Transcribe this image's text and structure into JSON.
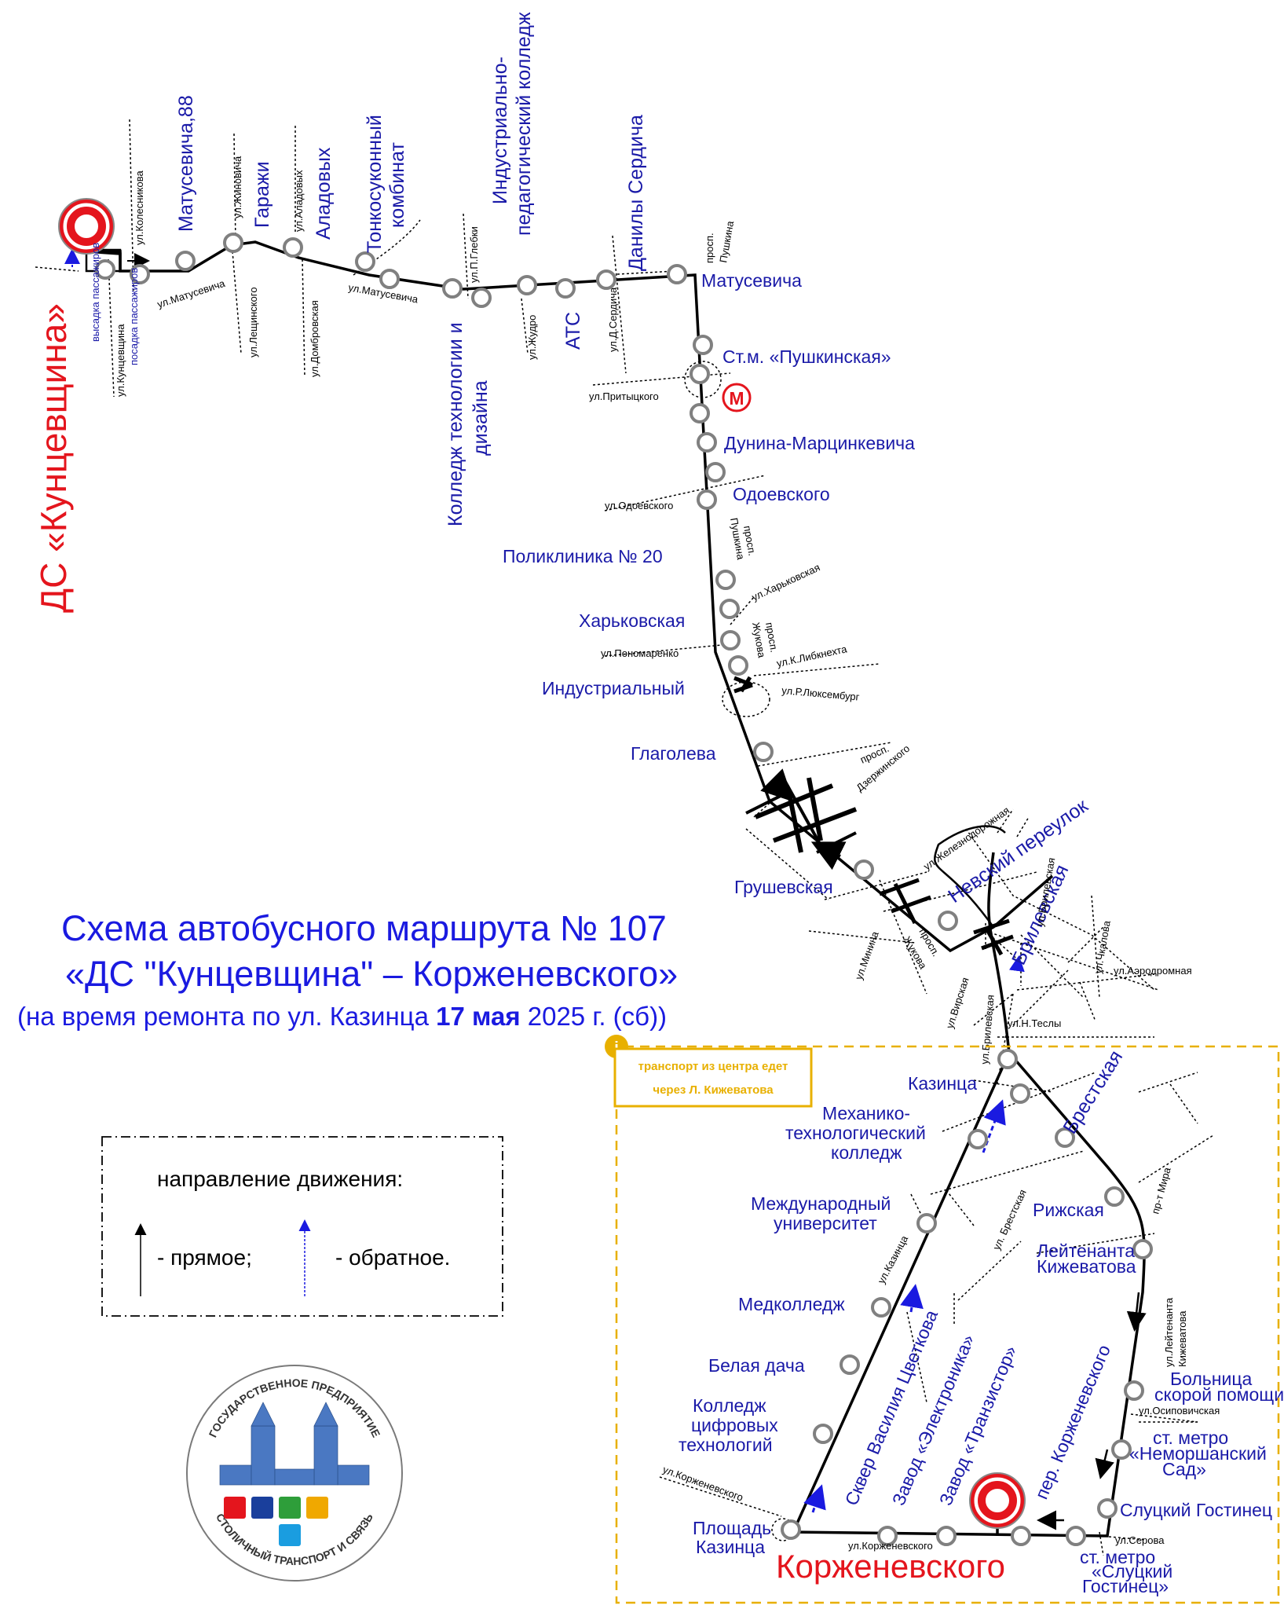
{
  "title": {
    "line1": "Схема автобусного маршрута № 107",
    "line2": "«ДС \"Кунцевщина\" – Корженевского»",
    "line3_pre": "(на время ремонта по ул. Казинца ",
    "line3_bold": "17 мая",
    "line3_post": " 2025 г. (сб))"
  },
  "terminals": {
    "start": "ДС «Кунцевщина»",
    "end": "Корженевского"
  },
  "boarding": {
    "dropoff": "высадка пассажиров",
    "pickup": "посадка пассажиров"
  },
  "stops": {
    "matusevicha88": "Матусевича,88",
    "garazhi": "Гаражи",
    "aladovyh": "Аладовых",
    "tonkosukonny_1": "Тонкосуконный",
    "tonkosukonny_2": "комбинат",
    "kolledzh_tech_1": "Колледж технологии и",
    "kolledzh_tech_2": "дизайна",
    "industr_ped_1": "Индустриально-",
    "industr_ped_2": "педагогический колледж",
    "ats": "АТС",
    "danily_serdicha": "Данилы Сердича",
    "matusevicha": "Матусевича",
    "pushkinskaya": "Ст.м. «Пушкинская»",
    "dunina": "Дунина-Марцинкевича",
    "odoevskogo": "Одоевского",
    "poliklinika": "Поликлиника № 20",
    "harkovskaya": "Харьковская",
    "industrialny": "Индустриальный",
    "glagoleva": "Глаголева",
    "grushevskaya": "Грушевская",
    "nevsky": "Невский переулок",
    "brilevskaya": "Брилевская",
    "kazinca": "Казинца",
    "mehaniko_1": "Механико-",
    "mehaniko_2": "технологический",
    "mehaniko_3": "колледж",
    "mezhdunarodny_1": "Международный",
    "mezhdunarodny_2": "университет",
    "medkolledzh": "Медколледж",
    "belaya_dacha": "Белая дача",
    "kolledzh_cifr_1": "Колледж",
    "kolledzh_cifr_2": "цифровых",
    "kolledzh_cifr_3": "технологий",
    "ploshad_1": "Площадь",
    "ploshad_2": "Казинца",
    "skver": "Сквер Василия Цветкова",
    "elektronika": "Завод «Электроника»",
    "tranzistor": "Завод «Транзистор»",
    "per_korzh": "пер. Корженевского",
    "brestskaya": "Брестская",
    "rizhskaya": "Рижская",
    "leitenanta_1": "Лейтенанта",
    "leitenanta_2": "Кижеватова",
    "bolnica_1": "Больница",
    "bolnica_2": "скорой помощи",
    "nemorsh_1": "ст. метро",
    "nemorsh_2": "«Неморшанский",
    "nemorsh_3": "Сад»",
    "sluckiy": "Слуцкий Гостинец",
    "st_sluckiy_1": "ст. метро",
    "st_sluckiy_2": "«Слуцкий",
    "st_sluckiy_3": "Гостинец»"
  },
  "streets": {
    "kolesnikova": "ул.Колесникова",
    "kuncevshina": "ул.Кунцевщина",
    "matusevicha_a": "ул.Матусевича",
    "zhinovicha": "ул.Жиновича",
    "leshinskogo": "ул.Лещинского",
    "aladovyh": "ул.Аладовых",
    "dombrovskaya": "ул.Домбровская",
    "matusevicha_b": "ул.Матусевича",
    "glebki": "ул.П.Глебки",
    "zhudro": "ул.Жудро",
    "serdicha": "ул.Д.Сердича",
    "pushkina_1": "просп.",
    "pushkina_2": "Пушкина",
    "prityckogo": "ул.Притыцкого",
    "odoevskogo": "ул.Одоевского",
    "pushkina_v1": "просп.",
    "pushkina_v2": "Пушкина",
    "harkovskaya": "ул.Харьковская",
    "ponomarenko": "ул.Пономаренко",
    "zhukova_v1": "просп.",
    "zhukova_v2": "Жукова",
    "liebknehta": "ул.К.Либкнехта",
    "luxemburg": "ул.Р.Люксембург",
    "dzerzh_1": "просп.",
    "dzerzh_2": "Дзержинского",
    "zheleznodor": "ул.Железнодорожная",
    "minina": "ул.Минина",
    "zhukova_b1": "просп.",
    "zhukova_b2": "Жукова",
    "brilevskaya": "ул.Брилевская",
    "chkalova": "ул.Чкалова",
    "aerodromnaya": "ул.Аэродромная",
    "virskaya": "ул.Вирская",
    "brilevskaya_b": "ул.Брилевская",
    "tesly": "ул.Н.Теслы",
    "kazinca": "ул.Казинца",
    "brestskaya": "ул. Брестская",
    "mira": "пр-т Мира",
    "kizhevatova_1": "ул.Лейтенанта",
    "kizhevatova_2": "Кижеватова",
    "osipovichskaya": "ул.Осиповичская",
    "serova": "ул.Серова",
    "korzhenevskogo_a": "ул.Корженевского",
    "korzhenevskogo_b": "ул.Корженевского"
  },
  "metro_symbol": "М",
  "note": {
    "icon": "i",
    "line1": "транспорт из центра едет",
    "line2": "через Л. Кижеватова"
  },
  "legend": {
    "title": "направление движения:",
    "forward": "- прямое;",
    "reverse": "- обратное."
  },
  "logo": {
    "top_text": "ГОСУДАРСТВЕННОЕ ПРЕДПРИЯТИЕ",
    "bottom_text": "СТОЛИЧНЫЙ ТРАНСПОРТ И СВЯЗЬ",
    "colors": [
      "#e4151d",
      "#1a3f9c",
      "#2e9e3a",
      "#f0a800",
      "#1a9de0"
    ]
  },
  "colors": {
    "route": "#000000",
    "stop_fill": "#ffffff",
    "stop_stroke": "#808080",
    "terminal": "#e4151d",
    "label": "#1a1aa8",
    "title": "#1a1ae0",
    "reverse_arrow": "#1a1ae0",
    "note_border": "#e8b000"
  }
}
